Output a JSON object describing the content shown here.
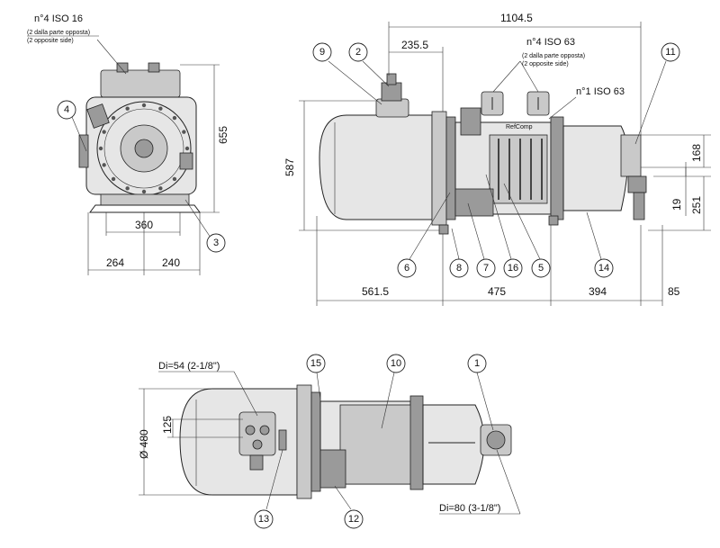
{
  "notes": {
    "iso16": "n°4 ISO 16",
    "iso16_sub1": "(2 dalla parte opposta)",
    "iso16_sub2": "(2 opposite side)",
    "iso63a": "n°4 ISO 63",
    "iso63a_sub1": "(2 dalla parte opposta)",
    "iso63a_sub2": "(2 opposite side)",
    "iso63b": "n°1 ISO 63",
    "di54": "Di=54 (2-1/8\")",
    "di80": "Di=80 (3-1/8\")",
    "brand": "RefComp"
  },
  "dimensions": {
    "d655": "655",
    "d360": "360",
    "d264": "264",
    "d240": "240",
    "d1104": "1104.5",
    "d235": "235.5",
    "d587": "587",
    "d168": "168",
    "d19": "19",
    "d251": "251",
    "d561": "561.5",
    "d475": "475",
    "d394": "394",
    "d85": "85",
    "d480": "Ø 480",
    "d125": "125"
  },
  "callouts": {
    "c1": "1",
    "c2": "2",
    "c3": "3",
    "c4": "4",
    "c5": "5",
    "c6": "6",
    "c7": "7",
    "c8": "8",
    "c9": "9",
    "c10": "10",
    "c11": "11",
    "c12": "12",
    "c13": "13",
    "c14": "14",
    "c15": "15",
    "c16": "16"
  }
}
